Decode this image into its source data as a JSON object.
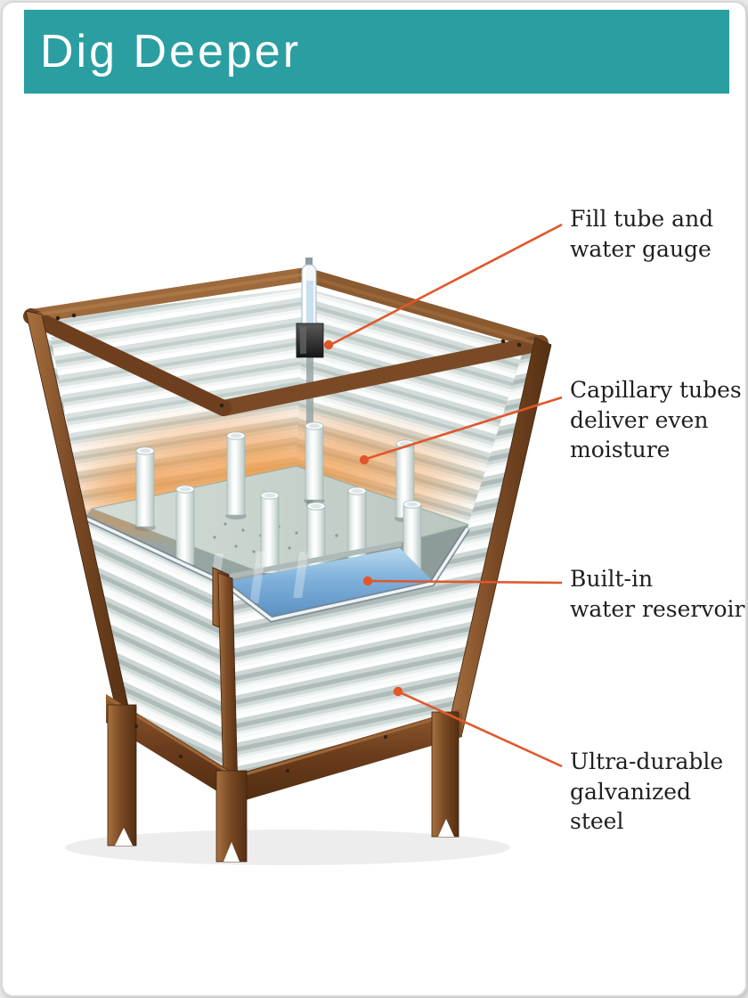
{
  "header": {
    "title": "Dig Deeper"
  },
  "callouts": [
    {
      "id": "fill-tube",
      "text": "Fill tube and\nwater gauge"
    },
    {
      "id": "capillary-tubes",
      "text": "Capillary tubes\ndeliver even\nmoisture"
    },
    {
      "id": "water-reservoir",
      "text": "Built-in\nwater reservoir"
    },
    {
      "id": "galvanized-steel",
      "text": "Ultra-durable\ngalvanized steel"
    }
  ],
  "colors": {
    "header_teal": "#2B9EA1",
    "callout_accent": "#E0572B",
    "water_blue": "#6FA8D8",
    "wood_brown": "#7A4526",
    "steel_light": "#DCE4E2",
    "glow_orange": "#F0923D"
  }
}
